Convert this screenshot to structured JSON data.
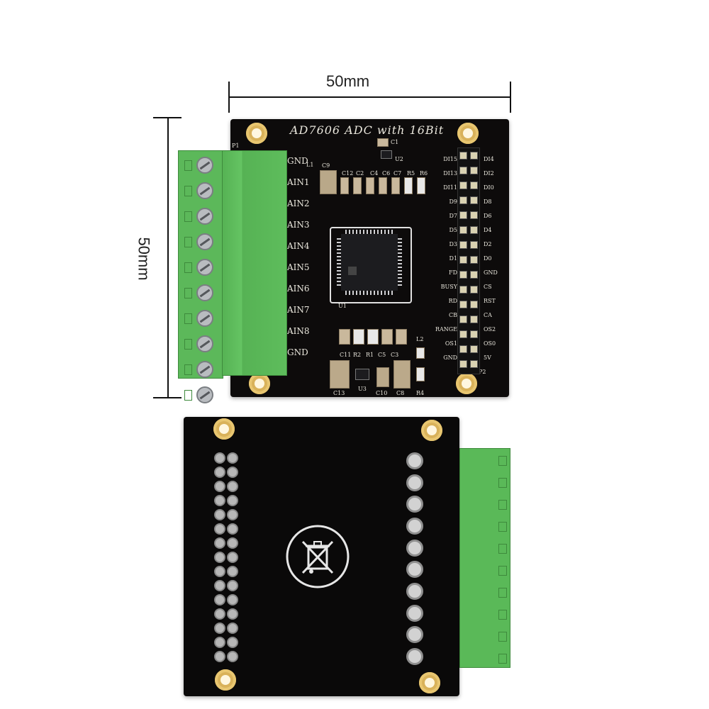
{
  "dimensions": {
    "width_label": "50mm",
    "height_label": "50mm"
  },
  "top_board": {
    "title": "AD7606 ADC with 16Bit",
    "p1_label": "P1",
    "p2_label": "P2",
    "u1_label": "U1",
    "u2_label": "U2",
    "u3_label": "U3",
    "l1_label": "L1",
    "c1_label": "C1",
    "l2_label": "L2",
    "terminal_labels": [
      "GND",
      "AIN1",
      "AIN2",
      "AIN3",
      "AIN4",
      "AIN5",
      "AIN6",
      "AIN7",
      "AIN8",
      "GND"
    ],
    "header_left_labels": [
      "DI15",
      "DI13",
      "DI11",
      "D9",
      "D7",
      "D5",
      "D3",
      "D1",
      "FD",
      "BUSY",
      "RD",
      "CB",
      "RANGE",
      "OS1",
      "GND"
    ],
    "header_right_labels": [
      "DI4",
      "DI2",
      "DI0",
      "D8",
      "D6",
      "D4",
      "D2",
      "D0",
      "GND",
      "CS",
      "RST",
      "CA",
      "OS2",
      "OS0",
      "5V"
    ],
    "top_caps": [
      "C9",
      "C12",
      "C2",
      "C4",
      "C6",
      "C7",
      "R5",
      "R6"
    ],
    "bottom_parts": [
      "C11",
      "R2",
      "R1",
      "C5",
      "C3"
    ],
    "bottom_caps": [
      "C13",
      "C10",
      "C8",
      "R4"
    ]
  },
  "bottom_board": {
    "weee_symbol": "weee-crossed-bin"
  },
  "colors": {
    "pcb": "#0d0b0b",
    "terminal": "#5cb85a",
    "silkscreen": "#e9e6dc",
    "gold_pad": "#d9b25a"
  }
}
